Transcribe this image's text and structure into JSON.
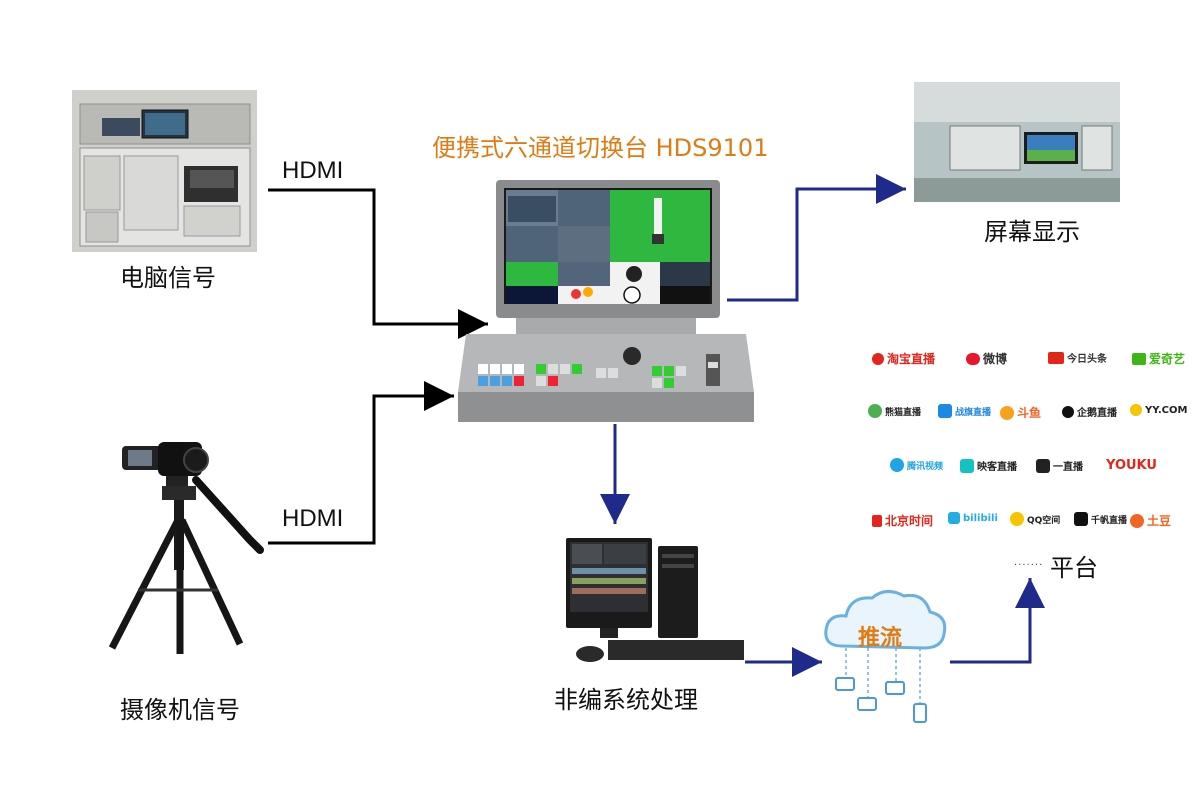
{
  "title": "便携式六通道切换台 HDS9101",
  "nodes": {
    "computer": "电脑信号",
    "camera": "摄像机信号",
    "screen": "屏幕显示",
    "nle": "非编系统处理",
    "platform": "平台",
    "cloud": "推流"
  },
  "edges": {
    "hdmi_top": "HDMI",
    "hdmi_bottom": "HDMI"
  },
  "platform_logos": [
    "淘宝直播",
    "微博",
    "今日头条",
    "爱奇艺",
    "熊猫直播",
    "战旗直播",
    "斗鱼",
    "企鹅直播",
    "YY.COM",
    "腾讯视频",
    "映客直播",
    "一直播",
    "YOUKU",
    "北京时间",
    "bilibili",
    "QQ空间",
    "千帆直播",
    "土豆"
  ],
  "colors": {
    "accent": "#e07b14",
    "arrow_blue": "#1f2a8a",
    "line_black": "#000000"
  }
}
